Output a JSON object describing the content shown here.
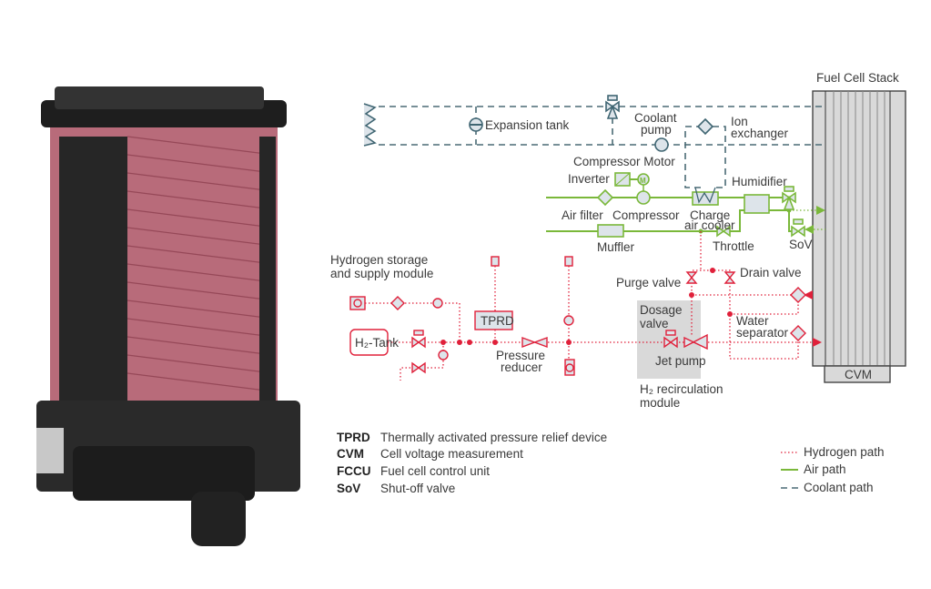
{
  "labels": {
    "fuel_cell_stack": "Fuel Cell Stack",
    "cvm": "CVM",
    "expansion_tank": "Expansion tank",
    "coolant_pump_1": "Coolant",
    "coolant_pump_2": "pump",
    "ion_exchanger_1": "Ion",
    "ion_exchanger_2": "exchanger",
    "compressor_motor": "Compressor Motor",
    "inverter": "Inverter",
    "humidifier": "Humidifier",
    "air_filter": "Air filter",
    "compressor": "Compressor",
    "charge_air_cooler_1": "Charge",
    "charge_air_cooler_2": "air cooler",
    "muffler": "Muffler",
    "throttle": "Throttle",
    "sov": "SoV",
    "hydrogen_module_1": "Hydrogen storage",
    "hydrogen_module_2": "and supply module",
    "tprd": "TPRD",
    "h2_tank": "H₂-Tank",
    "pressure_reducer_1": "Pressure",
    "pressure_reducer_2": "reducer",
    "purge_valve": "Purge valve",
    "drain_valve": "Drain valve",
    "dosage_valve_1": "Dosage",
    "dosage_valve_2": "valve",
    "water_separator_1": "Water",
    "water_separator_2": "separator",
    "jet_pump": "Jet pump",
    "recirculation_1": "H₂ recirculation",
    "recirculation_2": "module"
  },
  "abbreviations": [
    {
      "abbr": "TPRD",
      "text": "Thermally activated pressure relief device"
    },
    {
      "abbr": "CVM",
      "text": "Cell voltage measurement"
    },
    {
      "abbr": "FCCU",
      "text": "Fuel cell control unit"
    },
    {
      "abbr": "SoV",
      "text": "Shut-off valve"
    }
  ],
  "legend": [
    {
      "label": "Hydrogen path",
      "color": "#e0203a"
    },
    {
      "label": "Air path",
      "color": "#7ab83a"
    },
    {
      "label": "Coolant path",
      "color": "#4a6a75"
    }
  ]
}
